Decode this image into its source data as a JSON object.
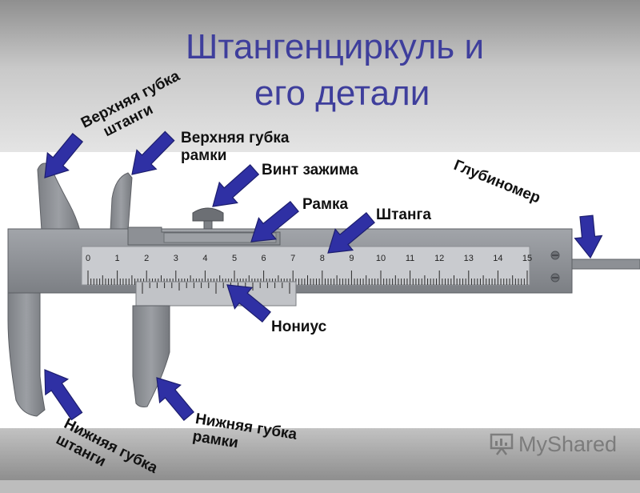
{
  "title": {
    "line1": "Штангенциркуль и",
    "line2": "его детали"
  },
  "colors": {
    "title": "#3e3e9c",
    "arrow": "#2f30a4",
    "metal": "#8a8d92",
    "scale": "#c5c7cb"
  },
  "main_scale": {
    "ticks": [
      "0",
      "1",
      "2",
      "3",
      "4",
      "5",
      "6",
      "7",
      "8",
      "9",
      "10",
      "11",
      "12",
      "13",
      "14",
      "15"
    ]
  },
  "labels": {
    "upper_jaw_beam": [
      "Верхняя губка",
      "штанги"
    ],
    "upper_jaw_frame": [
      "Верхняя губка",
      "рамки"
    ],
    "clamp_screw": "Винт зажима",
    "frame": "Рамка",
    "beam": "Штанга",
    "depth_gauge": "Глубиномер",
    "vernier": "Нониус",
    "lower_jaw_frame": [
      "Нижняя губка",
      "рамки"
    ],
    "lower_jaw_beam": [
      "Нижняя губка",
      "штанги"
    ]
  },
  "watermark": {
    "text": "MyShared",
    "icon": "presentation-board-icon"
  }
}
